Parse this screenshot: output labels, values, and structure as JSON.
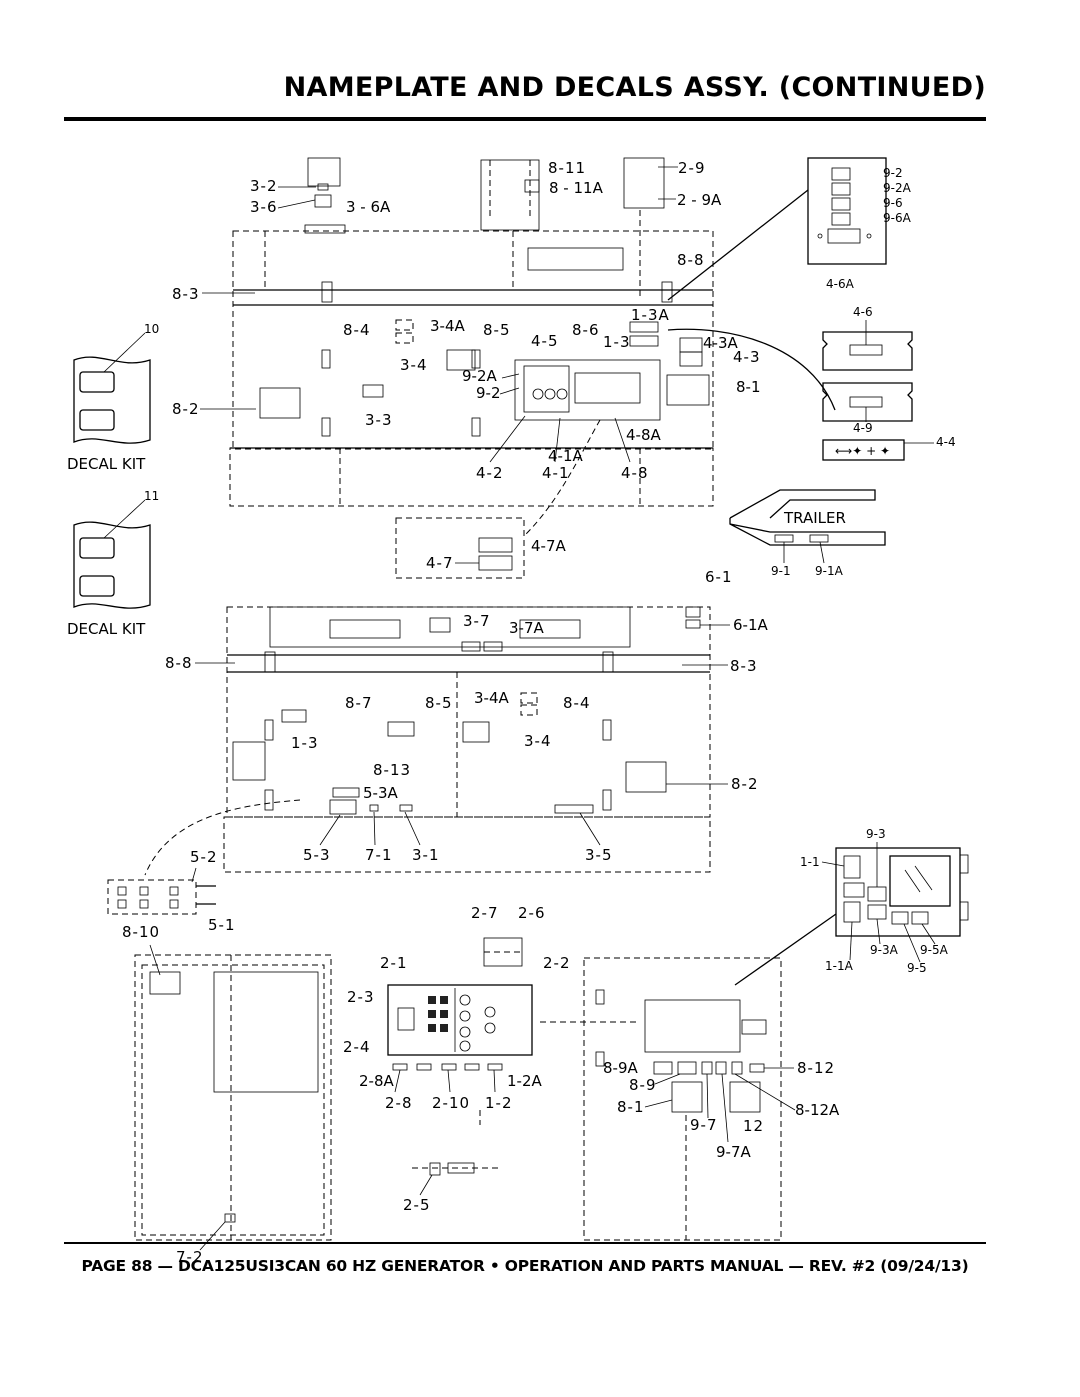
{
  "header": {
    "title": "NAMEPLATE AND DECALS ASSY. (CONTINUED)"
  },
  "footer": {
    "text": "PAGE 88 — DCA125USI3CAN 60 HZ GENERATOR • OPERATION AND PARTS MANUAL — REV. #2 (09/24/13)"
  },
  "callouts": {
    "top_view": [
      "3-2",
      "3-6",
      "3 - 6A",
      "8-11",
      "8 - 11A",
      "2-9",
      "2 - 9A",
      "8-8",
      "8-3",
      "8-4",
      "3-4A",
      "8-5",
      "8-6",
      "1-3A",
      "4-5",
      "1-3",
      "4-3A",
      "4-3",
      "3-4",
      "9-2A",
      "9-2",
      "8-1",
      "8-2",
      "3-3",
      "4-8A",
      "4-1A",
      "4-2",
      "4-1",
      "4-8",
      "4-7A",
      "4-7"
    ],
    "panel_9": [
      "9-2",
      "9-2A",
      "9-6",
      "9-6A",
      "4-6A"
    ],
    "bars_4": [
      "4-6",
      "4-9",
      "4-4"
    ],
    "decal_kit_1": {
      "number": "10",
      "label": "DECAL KIT"
    },
    "decal_kit_2": {
      "number": "11",
      "label": "DECAL KIT"
    },
    "trailer": {
      "label": "TRAILER",
      "parts": [
        "9-1",
        "9-1A"
      ]
    },
    "side_view": [
      "6-1",
      "6-1A",
      "3-7",
      "3-7A",
      "8-8",
      "8-3",
      "8-7",
      "8-5",
      "3-4A",
      "8-4",
      "1-3",
      "3-4",
      "8-13",
      "8-2",
      "5-3A",
      "5-3",
      "7-1",
      "3-1",
      "3-5"
    ],
    "connector_5": [
      "5-2",
      "5-1"
    ],
    "control_box": [
      "9-3",
      "1-1",
      "9-3A",
      "9-5A",
      "1-1A",
      "9-5"
    ],
    "rear_left": [
      "8-10",
      "7-2"
    ],
    "control_panel": [
      "2-7",
      "2-6",
      "2-1",
      "2-2",
      "2-3",
      "2-4",
      "2-8A",
      "1-2A",
      "2-8",
      "2-10",
      "1-2",
      "2-5"
    ],
    "rear_right": [
      "8-9A",
      "8-12",
      "8-9",
      "8-1",
      "8-12A",
      "9-7",
      "12",
      "9-7A"
    ]
  }
}
